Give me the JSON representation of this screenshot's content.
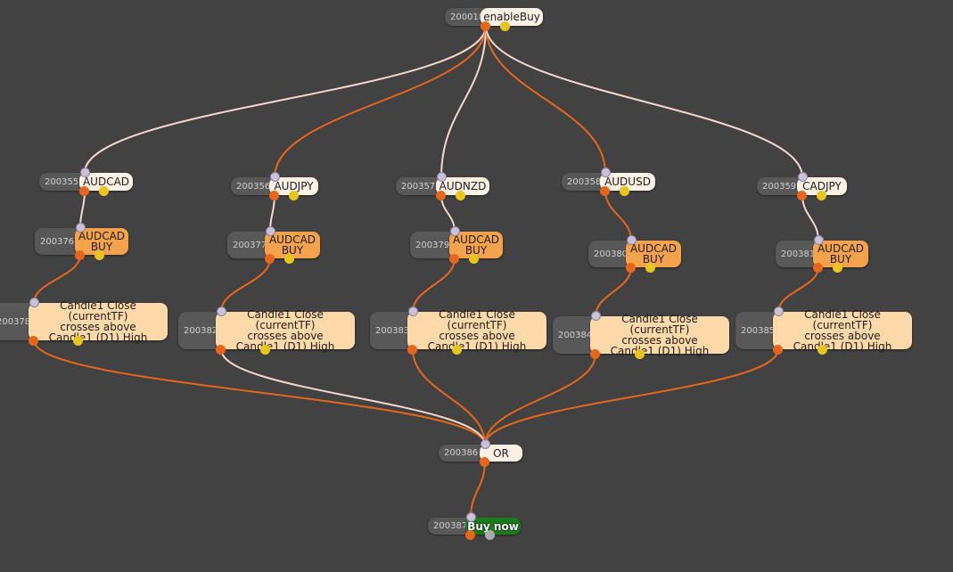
{
  "colors": {
    "background": "#424242",
    "wire_orange": "#e8661c",
    "wire_pale": "#f7d6cc",
    "symbol_node": "#fdf0e4",
    "trade_node": "#f4a24c",
    "condition_node": "#fdd8a8",
    "action_node": "#1c7a1c"
  },
  "nodes": [
    {
      "id": "200018",
      "label": "enableBuy",
      "type": "root"
    },
    {
      "id": "200355",
      "label": "AUDCAD",
      "type": "symbol"
    },
    {
      "id": "200356",
      "label": "AUDJPY",
      "type": "symbol"
    },
    {
      "id": "200357",
      "label": "AUDNZD",
      "type": "symbol"
    },
    {
      "id": "200358",
      "label": "AUDUSD",
      "type": "symbol"
    },
    {
      "id": "200359",
      "label": "CADJPY",
      "type": "symbol"
    },
    {
      "id": "200376",
      "label": "AUDCAD\nBUY",
      "type": "trade"
    },
    {
      "id": "200377",
      "label": "AUDCAD\nBUY",
      "type": "trade"
    },
    {
      "id": "200379",
      "label": "AUDCAD\nBUY",
      "type": "trade"
    },
    {
      "id": "200380",
      "label": "AUDCAD\nBUY",
      "type": "trade"
    },
    {
      "id": "200381",
      "label": "AUDCAD\nBUY",
      "type": "trade"
    },
    {
      "id": "200378",
      "label": "Candle1 Close (currentTF)\ncrosses above\nCandle1 (D1) High",
      "type": "cond"
    },
    {
      "id": "200382",
      "label": "Candle1 Close (currentTF)\ncrosses above\nCandle1 (D1) High",
      "type": "cond"
    },
    {
      "id": "200383",
      "label": "Candle1 Close (currentTF)\ncrosses above\nCandle1 (D1) High",
      "type": "cond"
    },
    {
      "id": "200384",
      "label": "Candle1 Close (currentTF)\ncrosses above\nCandle1 (D1) High",
      "type": "cond"
    },
    {
      "id": "200385",
      "label": "Candle1 Close (currentTF)\ncrosses above\nCandle1 (D1) High",
      "type": "cond"
    },
    {
      "id": "200386",
      "label": "OR",
      "type": "or"
    },
    {
      "id": "200387",
      "label": "Buy now",
      "type": "action"
    }
  ],
  "edges": [
    [
      "200018",
      "200355"
    ],
    [
      "200018",
      "200356"
    ],
    [
      "200018",
      "200357"
    ],
    [
      "200018",
      "200358"
    ],
    [
      "200018",
      "200359"
    ],
    [
      "200355",
      "200376"
    ],
    [
      "200356",
      "200377"
    ],
    [
      "200357",
      "200379"
    ],
    [
      "200358",
      "200380"
    ],
    [
      "200359",
      "200381"
    ],
    [
      "200376",
      "200378"
    ],
    [
      "200377",
      "200382"
    ],
    [
      "200379",
      "200383"
    ],
    [
      "200380",
      "200384"
    ],
    [
      "200381",
      "200385"
    ],
    [
      "200378",
      "200386"
    ],
    [
      "200382",
      "200386"
    ],
    [
      "200383",
      "200386"
    ],
    [
      "200384",
      "200386"
    ],
    [
      "200385",
      "200386"
    ],
    [
      "200386",
      "200387"
    ]
  ]
}
